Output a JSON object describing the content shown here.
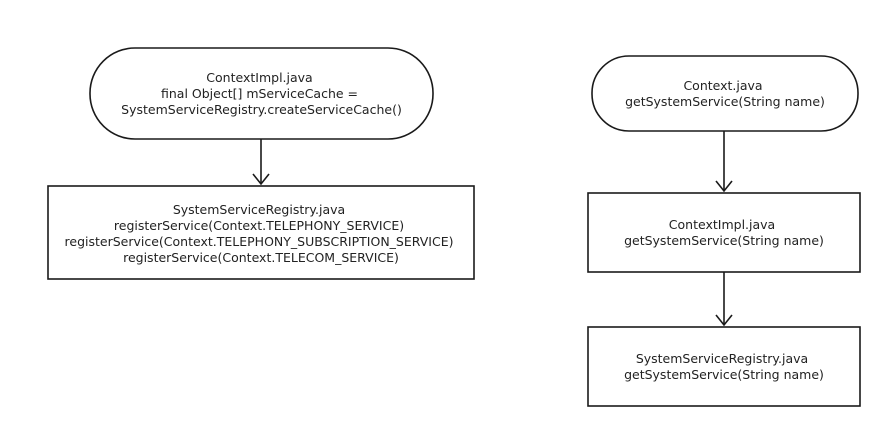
{
  "diagram": {
    "stroke_color": "#1a1a1a",
    "text_color": "#222222",
    "background": "#ffffff",
    "nodes": {
      "contextimpl_cache": {
        "shape": "terminator",
        "lines": [
          "ContextImpl.java",
          "final Object[] mServiceCache =",
          "SystemServiceRegistry.createServiceCache()"
        ]
      },
      "registry_register": {
        "shape": "rectangle",
        "lines": [
          "SystemServiceRegistry.java",
          "registerService(Context.TELEPHONY_SERVICE)",
          "registerService(Context.TELEPHONY_SUBSCRIPTION_SERVICE)",
          "registerService(Context.TELECOM_SERVICE)"
        ]
      },
      "context_get": {
        "shape": "terminator",
        "lines": [
          "Context.java",
          "getSystemService(String name)"
        ]
      },
      "contextimpl_get": {
        "shape": "rectangle",
        "lines": [
          "ContextImpl.java",
          "getSystemService(String name)"
        ]
      },
      "registry_get": {
        "shape": "rectangle",
        "lines": [
          "SystemServiceRegistry.java",
          "getSystemService(String name)"
        ]
      }
    },
    "edges": [
      {
        "from": "contextimpl_cache",
        "to": "registry_register"
      },
      {
        "from": "context_get",
        "to": "contextimpl_get"
      },
      {
        "from": "contextimpl_get",
        "to": "registry_get"
      }
    ]
  }
}
